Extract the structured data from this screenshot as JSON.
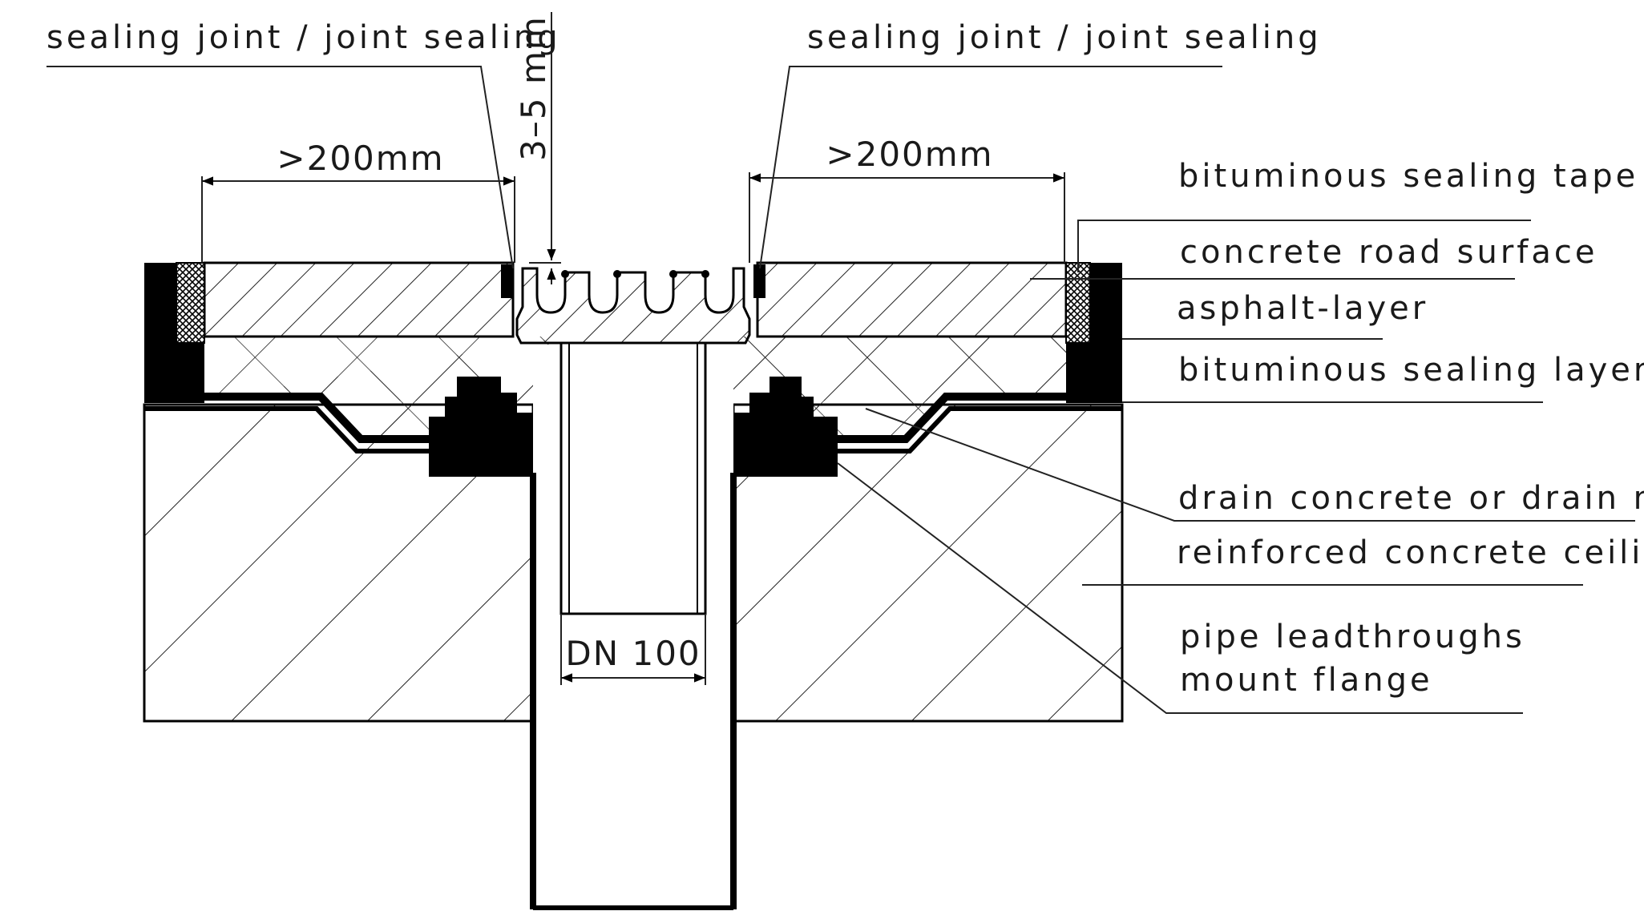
{
  "labels": {
    "sealing_joint_left": "sealing joint / joint sealing",
    "sealing_joint_right": "sealing joint / joint sealing",
    "gap_dimension": "3–5 mm",
    "width_left": ">200mm",
    "width_right": ">200mm",
    "bituminous_sealing_tape": "bituminous sealing tape",
    "concrete_road_surface": "concrete road surface",
    "asphalt_layer": "asphalt-layer",
    "bituminous_sealing_layer": "bituminous sealing layer",
    "drain_concrete": "drain concrete or drain mortar",
    "reinforced_concrete_ceiling": "reinforced concrete ceiling",
    "pipe_leadthroughs": "pipe leadthroughs",
    "mount_flange": "mount flange",
    "pipe_diameter": "DN 100"
  },
  "colors": {
    "line": "#000000",
    "background": "#ffffff"
  }
}
